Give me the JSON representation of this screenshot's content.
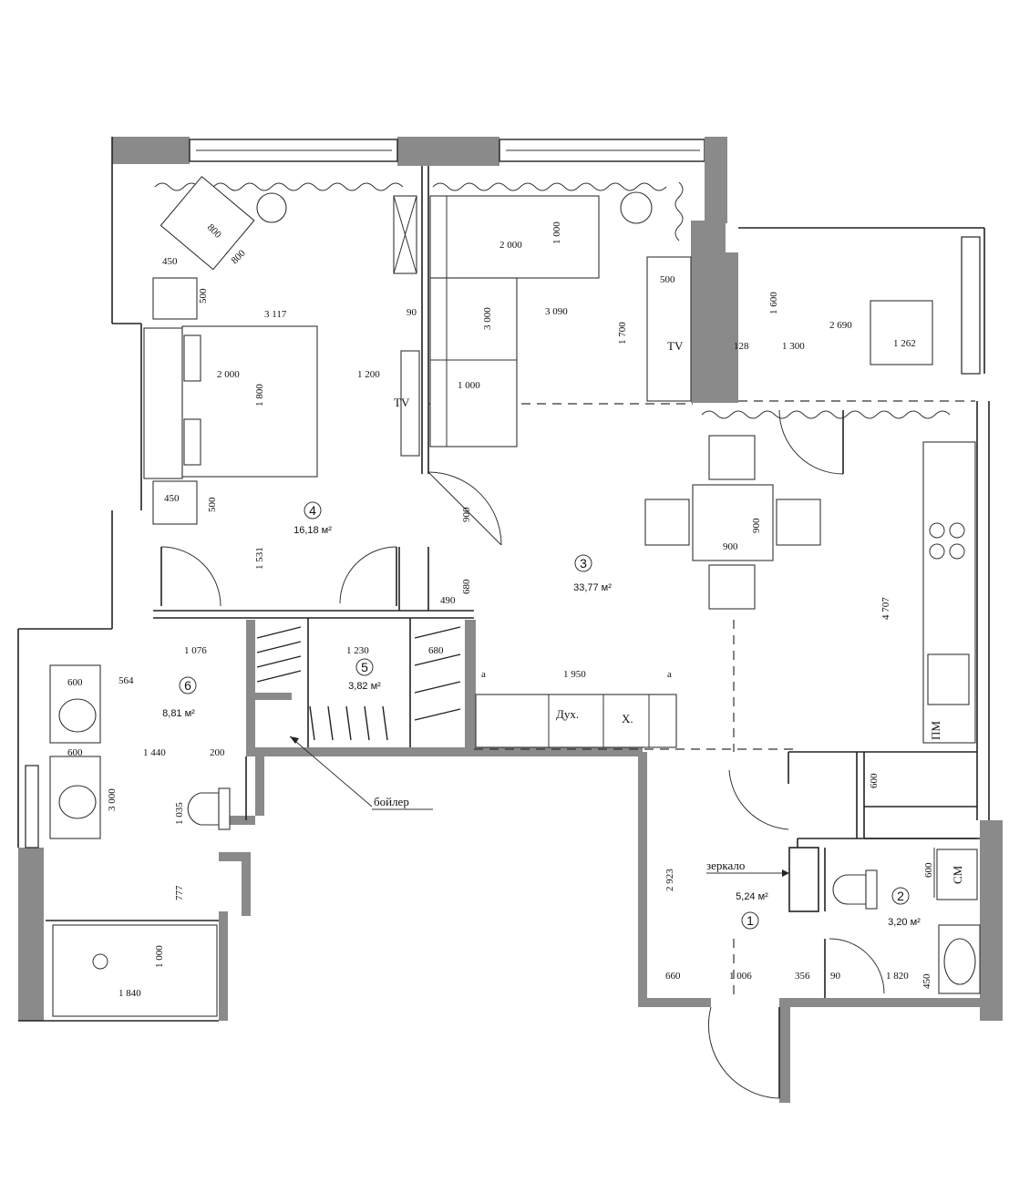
{
  "rooms": [
    {
      "id": "1",
      "number": "1",
      "area": "5,24 м²"
    },
    {
      "id": "2",
      "number": "2",
      "area": "3,20 м²"
    },
    {
      "id": "3",
      "number": "3",
      "area": "33,77 м²"
    },
    {
      "id": "4",
      "number": "4",
      "area": "16,18 м²"
    },
    {
      "id": "5",
      "number": "5",
      "area": "3,82 м²"
    },
    {
      "id": "6",
      "number": "6",
      "area": "8,81 м²"
    }
  ],
  "labels": {
    "tv": "TV",
    "oven": "Дух.",
    "fridge": "Х.",
    "dishwasher": "ПМ",
    "washer": "СМ",
    "boiler": "бойлер",
    "mirror": "зеркало",
    "marker_a": "a"
  },
  "dimensions": {
    "d800a": "800",
    "d800b": "800",
    "d450a": "450",
    "d500a": "500",
    "d3117": "3 117",
    "d2000a": "2 000",
    "d1800": "1 800",
    "d1200": "1 200",
    "d90a": "90",
    "d450b": "450",
    "d500b": "500",
    "d1531": "1 531",
    "d900a": "900",
    "d2000b": "2 000",
    "d1000a": "1 000",
    "d3000a": "3 000",
    "d3090": "3 090",
    "d1700": "1 700",
    "d500c": "500",
    "d1000b": "1 000",
    "d1600": "1 600",
    "d2690": "2 690",
    "d128": "128",
    "d1300": "1 300",
    "d1262": "1 262",
    "d900b": "900",
    "d900c": "900",
    "d4707": "4 707",
    "d680a": "680",
    "d490": "490",
    "d1076": "1 076",
    "d1230": "1 230",
    "d680b": "680",
    "d1950": "1 950",
    "d600a": "600",
    "d564": "564",
    "d600b": "600",
    "d1440": "1 440",
    "d200": "200",
    "d3000b": "3 000",
    "d1035": "1 035",
    "d777": "777",
    "d1000c": "1 000",
    "d1840": "1 840",
    "d600c": "600",
    "d2923": "2 923",
    "d600d": "600",
    "d660": "660",
    "d1006": "1 006",
    "d356": "356",
    "d90b": "90",
    "d1820": "1 820",
    "d450c": "450"
  }
}
